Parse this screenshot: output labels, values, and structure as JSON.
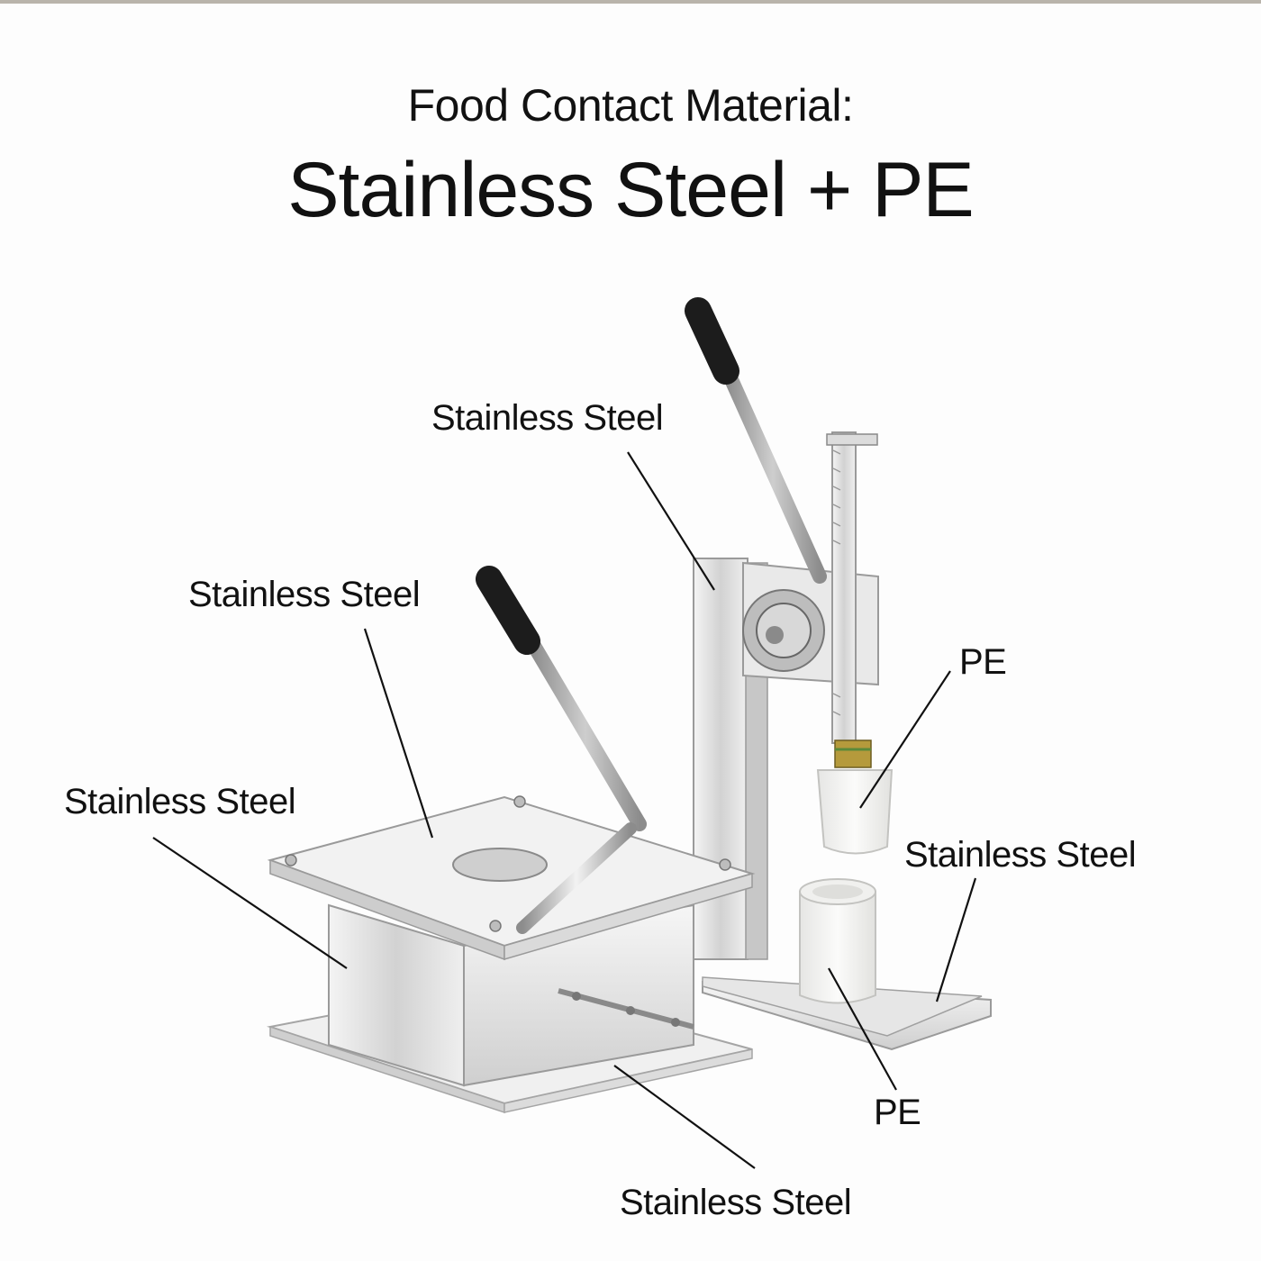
{
  "header": {
    "subtitle": "Food Contact Material:",
    "title": "Stainless Steel + PE"
  },
  "labels": {
    "press_frame": "Stainless Steel",
    "top_plate": "Stainless Steel",
    "mold_body": "Stainless Steel",
    "upper_mold": "PE",
    "base_rail": "Stainless Steel",
    "lower_cup": "PE",
    "base_plate": "Stainless Steel"
  },
  "colors": {
    "steel_light": "#eeeeee",
    "steel_mid": "#cfcfcf",
    "steel_dark": "#9a9a9a",
    "grip": "#1c1c1c",
    "pe_white": "#f3f3f1",
    "brass": "#b59a3c"
  }
}
